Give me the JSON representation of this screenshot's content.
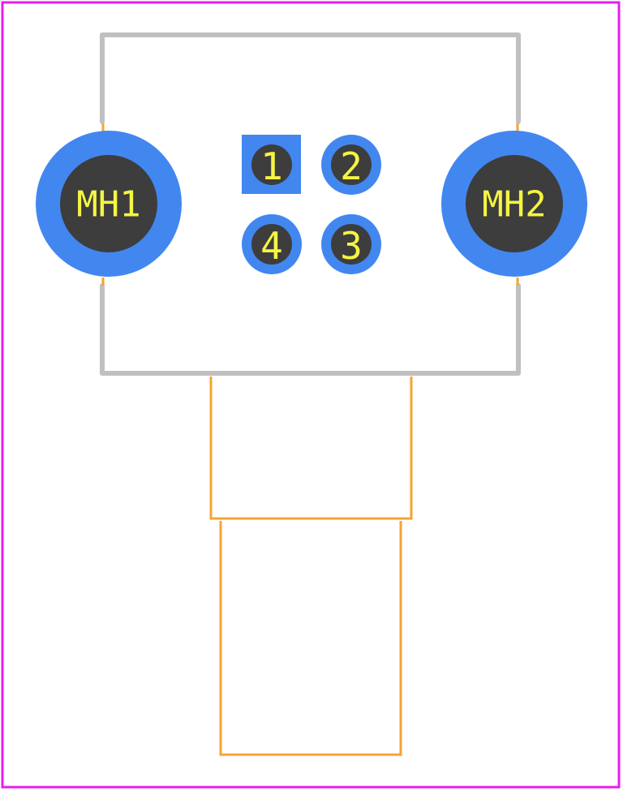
{
  "footprint": {
    "colors": {
      "board_outline": "#e81cf0",
      "silkscreen": "#c0c0c0",
      "courtyard": "#f5a431",
      "copper": "#4287f0",
      "drill": "#3d3d3d",
      "label": "#f5f542"
    },
    "pads": [
      {
        "label": "1",
        "shape": "square"
      },
      {
        "label": "2",
        "shape": "round"
      },
      {
        "label": "3",
        "shape": "round"
      },
      {
        "label": "4",
        "shape": "round"
      }
    ],
    "mounting_holes": [
      {
        "label": "MH1"
      },
      {
        "label": "MH2"
      }
    ]
  }
}
